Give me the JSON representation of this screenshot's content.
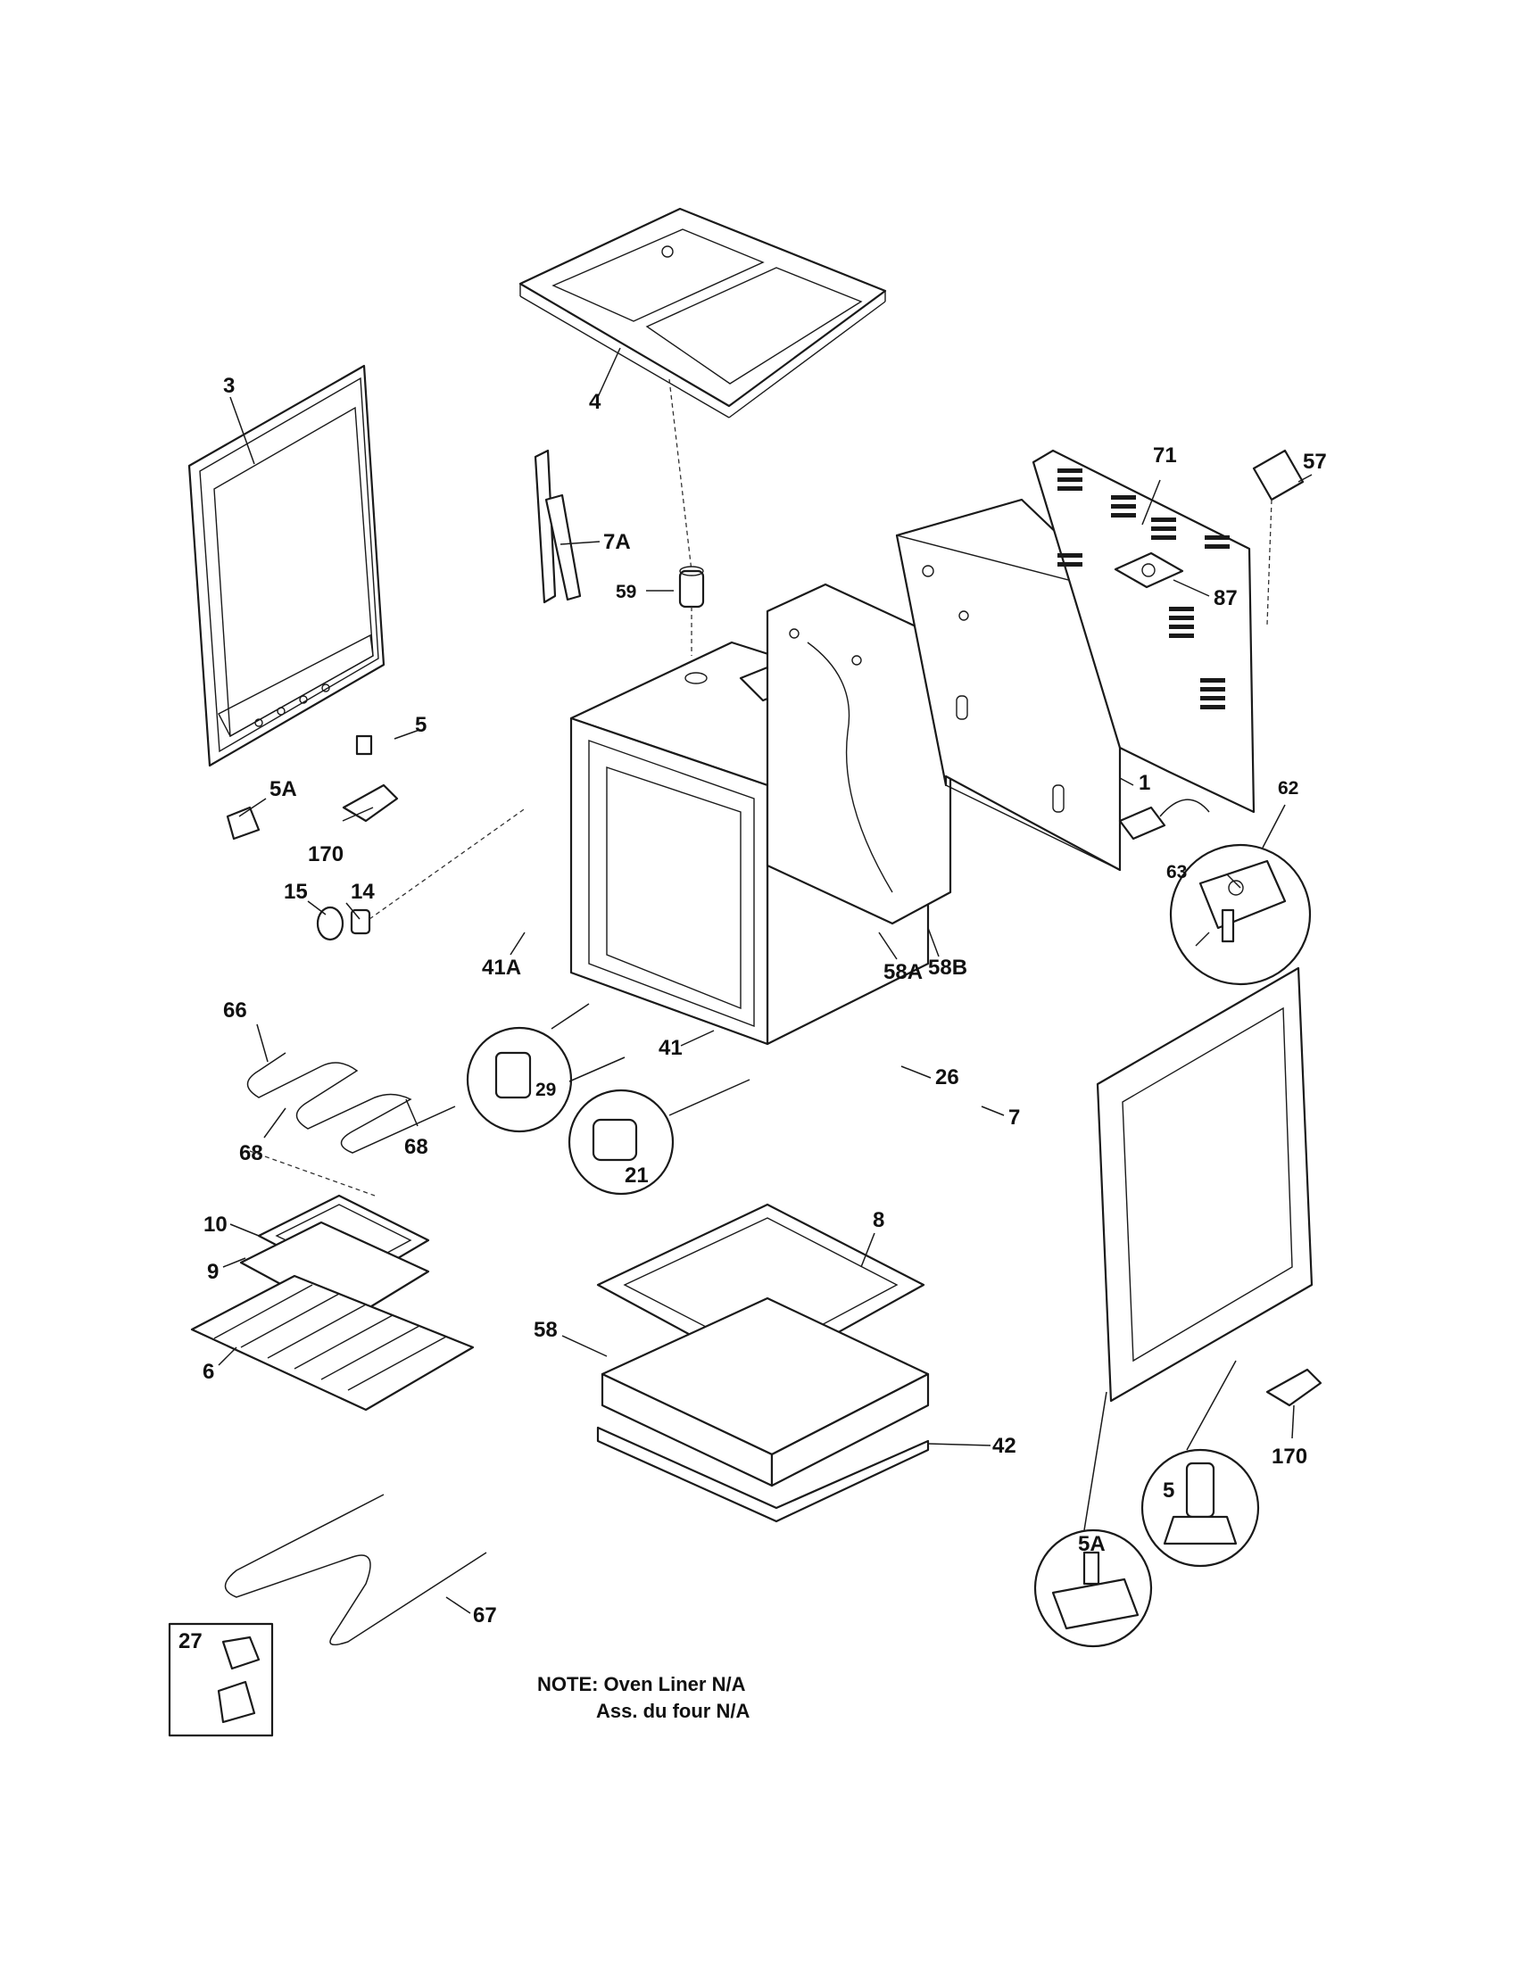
{
  "labels": {
    "p3": "3",
    "p4": "4",
    "p7a": "7A",
    "p59": "59",
    "p71": "71",
    "p57": "57",
    "p87": "87",
    "p5_top": "5",
    "p5a_top": "5A",
    "p170_top": "170",
    "p14": "14",
    "p15": "15",
    "p1": "1",
    "p62": "62",
    "p63": "63",
    "p41a": "41A",
    "p58a": "58A",
    "p58b": "58B",
    "p66": "66",
    "p29": "29",
    "p41": "41",
    "p26": "26",
    "p7": "7",
    "p68_left": "68",
    "p68_right": "68",
    "p21": "21",
    "p10": "10",
    "p9": "9",
    "p8": "8",
    "p6": "6",
    "p58": "58",
    "p42": "42",
    "p170_bottom": "170",
    "p5_bottom": "5",
    "p5a_bottom": "5A",
    "p67": "67",
    "p27": "27"
  },
  "note": {
    "line1": "NOTE: Oven Liner N/A",
    "line2": "Ass. du four N/A"
  }
}
